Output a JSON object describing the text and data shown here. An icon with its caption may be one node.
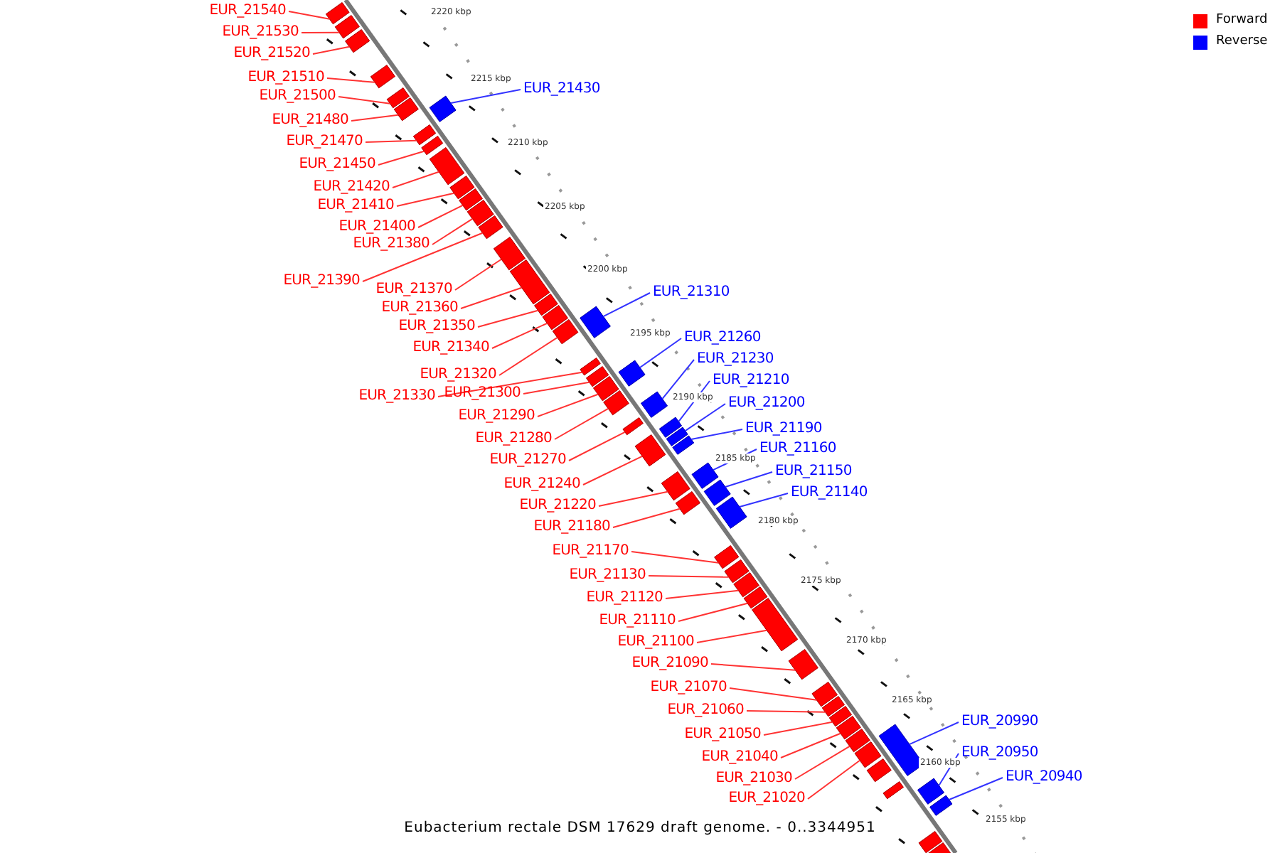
{
  "diagram": {
    "caption": "Eubacterium rectale DSM 17629 draft genome. - 0..3344951",
    "nodes": [
      {
        "text": [
          "EUR_21540"
        ]
      },
      {
        "text": [],
        "shape": "bar"
      },
      {
        "text": [
          "EUR_21530"
        ]
      },
      {
        "text": [],
        "shape": "bar"
      },
      {
        "text": [
          "EUR_21520"
        ]
      },
      {
        "text": [],
        "shape": "bar"
      },
      {
        "text": [
          "EUR_21510"
        ]
      },
      {
        "text": [],
        "shape": "bar"
      },
      {
        "text": [
          "EUR_21500"
        ]
      },
      {
        "text": [],
        "shape": "bar"
      },
      {
        "text": [
          "EUR_21480"
        ]
      },
      {
        "text": [],
        "shape": "bar"
      },
      {
        "text": [
          "EUR_21470"
        ]
      },
      {
        "text": [],
        "shape": "bar"
      },
      {
        "text": [
          "EUR_21450"
        ]
      },
      {
        "text": [],
        "shape": "bar"
      },
      {
        "text": [
          "EUR_21420"
        ]
      },
      {
        "text": [],
        "shape": "bar"
      },
      {
        "text": [
          "EUR_21410"
        ]
      },
      {
        "text": [],
        "shape": "bar"
      },
      {
        "text": [
          "EUR_21400"
        ]
      },
      {
        "text": [],
        "shape": "bar"
      },
      {
        "text": [
          "EUR_21380"
        ]
      },
      {
        "text": [],
        "shape": "bar"
      },
      {
        "text": [
          "EUR_21390"
        ]
      },
      {
        "text": [],
        "shape": "bar"
      },
      {
        "text": [
          "EUR_21370"
        ]
      },
      {
        "text": [],
        "shape": "bar"
      },
      {
        "text": [
          "EUR_21360"
        ]
      },
      {
        "text": [],
        "shape": "bar"
      },
      {
        "text": [
          "EUR_21350"
        ]
      },
      {
        "text": [],
        "shape": "bar"
      },
      {
        "text": [
          "EUR_21340"
        ]
      },
      {
        "text": [],
        "shape": "bar"
      },
      {
        "text": [
          "EUR_21320"
        ]
      },
      {
        "text": [],
        "shape": "bar"
      },
      {
        "text": [
          "EUR_21330"
        ]
      },
      {
        "text": [],
        "shape": "bar"
      },
      {
        "text": [
          "EUR_21300"
        ]
      },
      {
        "text": [],
        "shape": "bar"
      },
      {
        "text": [
          "EUR_21290"
        ]
      },
      {
        "text": [],
        "shape": "bar"
      },
      {
        "text": [
          "EUR_21280"
        ]
      },
      {
        "text": [],
        "shape": "bar"
      },
      {
        "text": [
          "EUR_21270"
        ]
      },
      {
        "text": [],
        "shape": "bar"
      },
      {
        "text": [
          "EUR_21240"
        ]
      },
      {
        "text": [],
        "shape": "bar"
      },
      {
        "text": [
          "EUR_21220"
        ]
      },
      {
        "text": [],
        "shape": "bar"
      },
      {
        "text": [
          "EUR_21180"
        ]
      },
      {
        "text": [],
        "shape": "bar"
      },
      {
        "text": [
          "EUR_21170"
        ]
      },
      {
        "text": [],
        "shape": "bar"
      },
      {
        "text": [
          "EUR_21130"
        ]
      },
      {
        "text": [],
        "shape": "bar"
      },
      {
        "text": [
          "EUR_21120"
        ]
      },
      {
        "text": [],
        "shape": "bar"
      },
      {
        "text": [
          "EUR_21110"
        ]
      },
      {
        "text": [],
        "shape": "bar"
      },
      {
        "text": [
          "EUR_21100"
        ]
      },
      {
        "text": [],
        "shape": "bar"
      },
      {
        "text": [
          "EUR_21090"
        ]
      },
      {
        "text": [],
        "shape": "bar"
      },
      {
        "text": [
          "EUR_21070"
        ]
      },
      {
        "text": [],
        "shape": "bar"
      },
      {
        "text": [
          "EUR_21060"
        ]
      },
      {
        "text": [],
        "shape": "bar"
      },
      {
        "text": [
          "EUR_21050"
        ]
      },
      {
        "text": [],
        "shape": "bar"
      },
      {
        "text": [
          "EUR_21040"
        ]
      },
      {
        "text": [],
        "shape": "bar"
      },
      {
        "text": [
          "EUR_21030"
        ]
      },
      {
        "text": [],
        "shape": "bar"
      },
      {
        "text": [
          "EUR_21020"
        ]
      },
      {
        "text": [],
        "shape": "bar"
      },
      {
        "text": [
          "EUR_21430"
        ]
      },
      {
        "text": [],
        "shape": "bar"
      },
      {
        "text": [
          "EUR_21310"
        ]
      },
      {
        "text": [],
        "shape": "bar"
      },
      {
        "text": [
          "EUR_21260"
        ]
      },
      {
        "text": [],
        "shape": "bar"
      },
      {
        "text": [
          "EUR_21230"
        ]
      },
      {
        "text": [],
        "shape": "bar"
      },
      {
        "text": [
          "EUR_21210"
        ]
      },
      {
        "text": [],
        "shape": "bar"
      },
      {
        "text": [
          "EUR_21200"
        ]
      },
      {
        "text": [],
        "shape": "bar"
      },
      {
        "text": [
          "EUR_21190"
        ]
      },
      {
        "text": [],
        "shape": "bar"
      },
      {
        "text": [
          "EUR_21160"
        ]
      },
      {
        "text": [],
        "shape": "bar"
      },
      {
        "text": [
          "EUR_21150"
        ]
      },
      {
        "text": [],
        "shape": "bar"
      },
      {
        "text": [
          "EUR_21140"
        ]
      },
      {
        "text": [],
        "shape": "bar"
      },
      {
        "text": [
          "EUR_20990"
        ]
      },
      {
        "text": [],
        "shape": "bar"
      },
      {
        "text": [
          "EUR_20950"
        ]
      },
      {
        "text": [],
        "shape": "bar"
      },
      {
        "text": [
          "EUR_20940"
        ]
      },
      {
        "text": [],
        "shape": "bar"
      }
    ],
    "edges": [
      {
        "from": 0,
        "to": 1,
        "arrow": "none"
      },
      {
        "from": 2,
        "to": 3,
        "arrow": "none"
      },
      {
        "from": 4,
        "to": 5,
        "arrow": "none"
      },
      {
        "from": 6,
        "to": 7,
        "arrow": "none"
      },
      {
        "from": 8,
        "to": 9,
        "arrow": "none"
      },
      {
        "from": 10,
        "to": 11,
        "arrow": "none"
      },
      {
        "from": 12,
        "to": 13,
        "arrow": "none"
      },
      {
        "from": 14,
        "to": 15,
        "arrow": "none"
      },
      {
        "from": 16,
        "to": 17,
        "arrow": "none"
      },
      {
        "from": 18,
        "to": 19,
        "arrow": "none"
      },
      {
        "from": 20,
        "to": 21,
        "arrow": "none"
      },
      {
        "from": 22,
        "to": 23,
        "arrow": "none"
      },
      {
        "from": 24,
        "to": 25,
        "arrow": "none"
      },
      {
        "from": 26,
        "to": 27,
        "arrow": "none"
      },
      {
        "from": 28,
        "to": 29,
        "arrow": "none"
      },
      {
        "from": 30,
        "to": 31,
        "arrow": "none"
      },
      {
        "from": 32,
        "to": 33,
        "arrow": "none"
      },
      {
        "from": 34,
        "to": 35,
        "arrow": "none"
      },
      {
        "from": 36,
        "to": 37,
        "arrow": "none"
      },
      {
        "from": 38,
        "to": 39,
        "arrow": "none"
      },
      {
        "from": 40,
        "to": 41,
        "arrow": "none"
      },
      {
        "from": 42,
        "to": 43,
        "arrow": "none"
      },
      {
        "from": 44,
        "to": 45,
        "arrow": "none"
      },
      {
        "from": 46,
        "to": 47,
        "arrow": "none"
      },
      {
        "from": 48,
        "to": 49,
        "arrow": "none"
      },
      {
        "from": 50,
        "to": 51,
        "arrow": "none"
      },
      {
        "from": 52,
        "to": 53,
        "arrow": "none"
      },
      {
        "from": 54,
        "to": 55,
        "arrow": "none"
      },
      {
        "from": 56,
        "to": 57,
        "arrow": "none"
      },
      {
        "from": 58,
        "to": 59,
        "arrow": "none"
      },
      {
        "from": 60,
        "to": 61,
        "arrow": "none"
      },
      {
        "from": 62,
        "to": 63,
        "arrow": "none"
      },
      {
        "from": 64,
        "to": 65,
        "arrow": "none"
      },
      {
        "from": 66,
        "to": 67,
        "arrow": "none"
      },
      {
        "from": 68,
        "to": 69,
        "arrow": "none"
      },
      {
        "from": 70,
        "to": 71,
        "arrow": "none"
      },
      {
        "from": 72,
        "to": 73,
        "arrow": "none"
      },
      {
        "from": 74,
        "to": 75,
        "arrow": "none"
      },
      {
        "from": 76,
        "to": 77,
        "arrow": "none",
        "color": "#3333ff"
      },
      {
        "from": 78,
        "to": 79,
        "arrow": "none",
        "color": "#3333ff"
      },
      {
        "from": 80,
        "to": 81,
        "arrow": "none",
        "color": "#3333ff"
      },
      {
        "from": 82,
        "to": 83,
        "arrow": "none",
        "color": "#3333ff"
      },
      {
        "from": 84,
        "to": 85,
        "arrow": "none",
        "color": "#3333ff"
      },
      {
        "from": 86,
        "to": 87,
        "arrow": "none",
        "color": "#3333ff"
      },
      {
        "from": 88,
        "to": 89,
        "arrow": "none",
        "color": "#3333ff"
      },
      {
        "from": 90,
        "to": 91,
        "arrow": "none",
        "color": "#3333ff"
      },
      {
        "from": 92,
        "to": 93,
        "arrow": "none",
        "color": "#3333ff"
      },
      {
        "from": 94,
        "to": 95,
        "arrow": "none",
        "color": "#3333ff"
      },
      {
        "from": 96,
        "to": 97,
        "arrow": "none",
        "color": "#3333ff"
      },
      {
        "from": 98,
        "to": 99,
        "arrow": "none",
        "color": "#3333ff"
      },
      {
        "from": 100,
        "to": 101,
        "arrow": "none",
        "color": "#3333ff"
      }
    ],
    "labels": [
      "2220 kbp",
      "2215 kbp",
      "2210 kbp",
      "2205 kbp",
      "2200 kbp",
      "2195 kbp",
      "2190 kbp",
      "2185 kbp",
      "2180 kbp",
      "2175 kbp",
      "2170 kbp",
      "2165 kbp",
      "2160 kbp",
      "2155 kbp"
    ],
    "legend": [
      {
        "text": "Forward",
        "color": "#ff0000"
      },
      {
        "text": "Reverse",
        "color": "#0000ff"
      }
    ]
  }
}
